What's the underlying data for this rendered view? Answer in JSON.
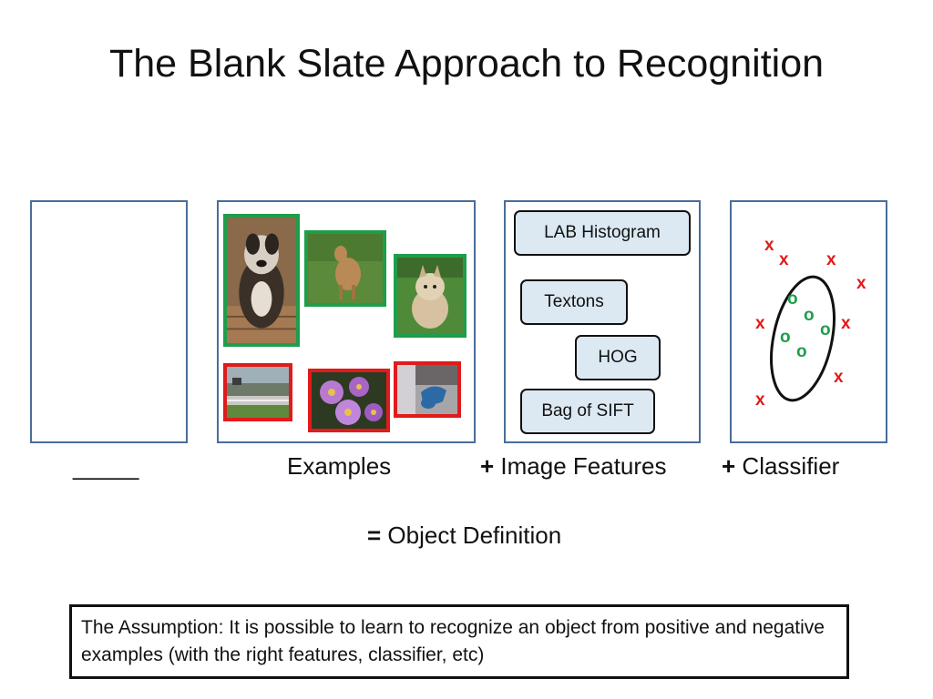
{
  "title": "The Blank Slate Approach to Recognition",
  "blank_label": "_____",
  "captions": {
    "examples": "Examples",
    "features_op": "+",
    "features": "Image Features",
    "classifier_op": "+",
    "classifier": "Classifier",
    "definition_op": "=",
    "definition": "Object Definition"
  },
  "features": [
    "LAB Histogram",
    "Textons",
    "HOG",
    "Bag of SIFT"
  ],
  "classifier_marks": {
    "negative": "x",
    "positive": "o"
  },
  "assumption": "The Assumption: It is possible to learn to recognize an object from positive and negative examples (with the right features, classifier, etc)",
  "colors": {
    "panel_border": "#4a6d9a",
    "positive": "#1e9e4a",
    "negative": "#e01b1b",
    "feature_fill": "#dce9f3"
  }
}
